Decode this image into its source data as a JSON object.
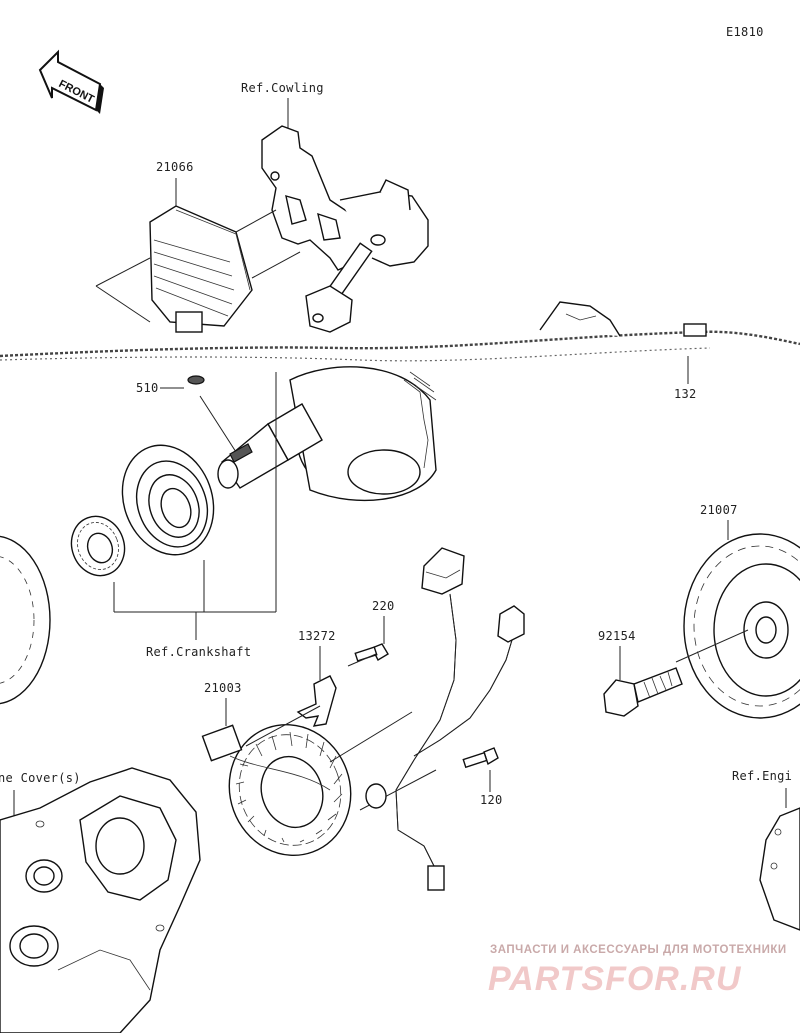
{
  "diagram_code": "E1810",
  "front_label": "FRONT",
  "labels": {
    "ref_cowling": "Ref.Cowling",
    "p21066": "21066",
    "p510": "510",
    "p132": "132",
    "p21007": "21007",
    "ref_crankshaft": "Ref.Crankshaft",
    "p220": "220",
    "p13272": "13272",
    "p21003": "21003",
    "p92154": "92154",
    "engine_cover": "ne Cover(s)",
    "p120": "120",
    "ref_engine": "Ref.Engi"
  },
  "watermark": {
    "tagline": "ЗАПЧАСТИ И АКСЕССУАРЫ ДЛЯ МОТОТЕХНИКИ",
    "brand": "PARTSFOR.RU"
  }
}
